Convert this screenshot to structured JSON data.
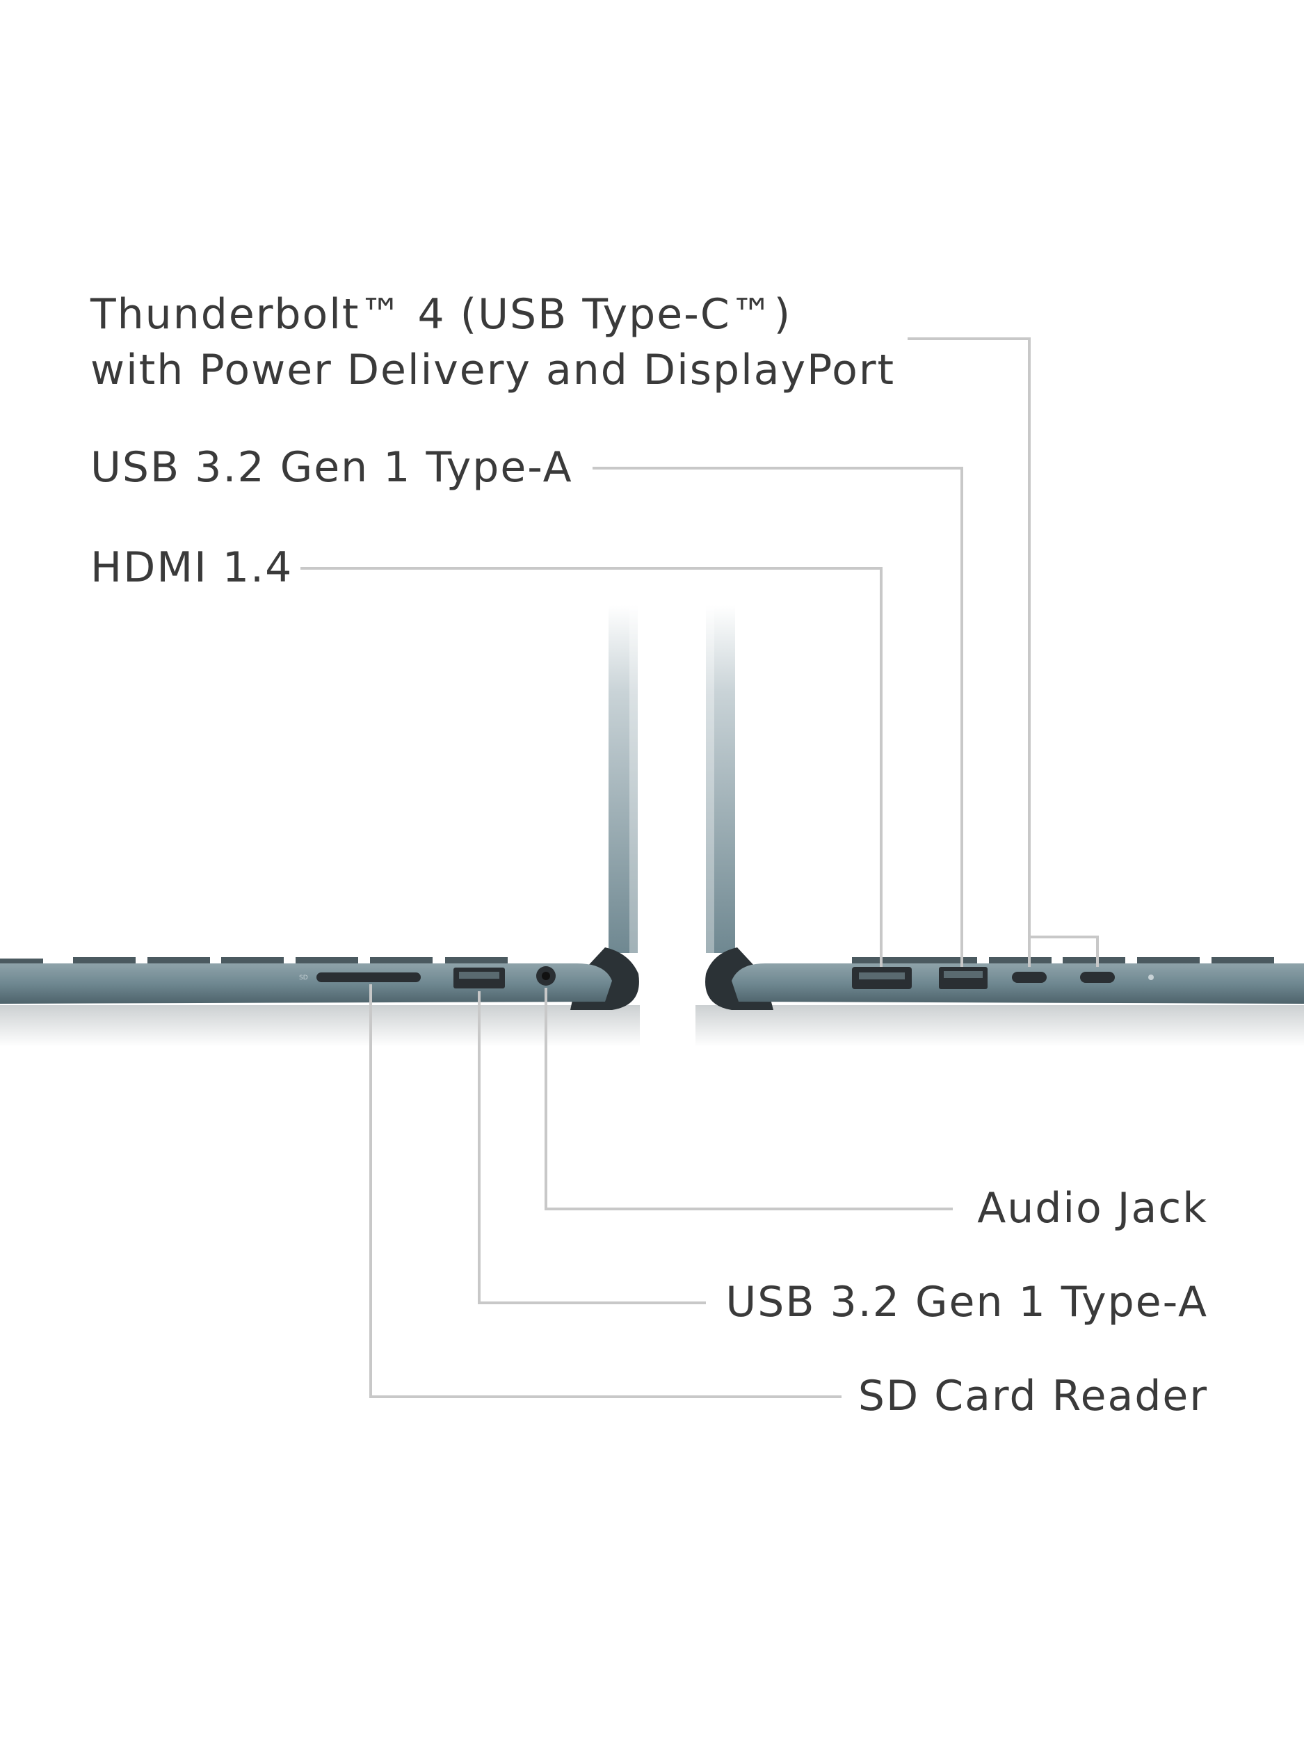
{
  "callouts": {
    "thunderbolt": {
      "line1": "Thunderbolt™ 4 (USB Type-C™)",
      "line2": "with Power Delivery and DisplayPort"
    },
    "usb_right": "USB 3.2 Gen 1 Type-A",
    "hdmi": "HDMI 1.4",
    "audio_jack": "Audio Jack",
    "usb_left": "USB 3.2 Gen 1 Type-A",
    "sd_card": "SD Card Reader"
  },
  "colors": {
    "chassis": "#6f8891",
    "chassis_dark": "#4e636b",
    "port": "#2a2f33",
    "leader_line": "#c8c8c8",
    "text": "#3a3a3a"
  }
}
